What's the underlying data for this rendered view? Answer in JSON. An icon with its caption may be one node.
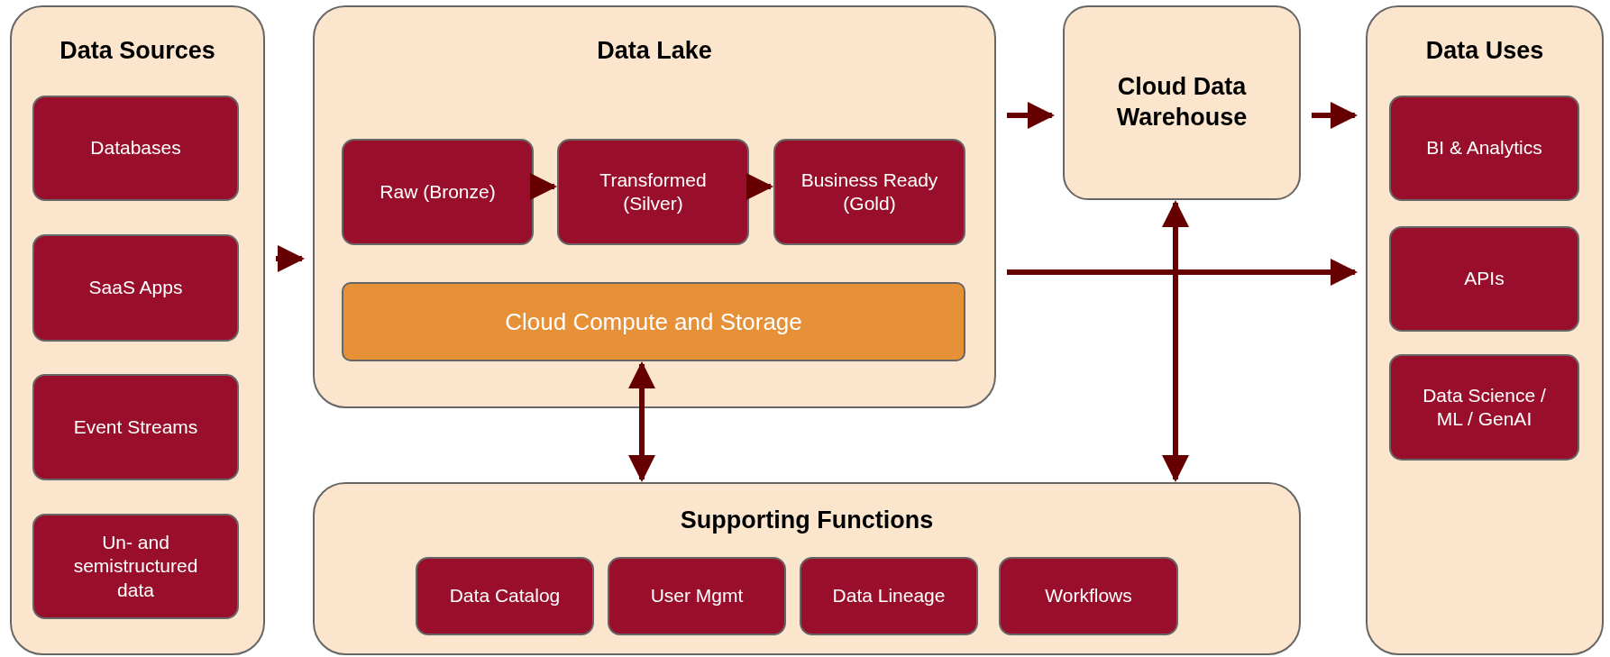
{
  "diagram": {
    "nodes": [
      {
        "text": [
          "Data Sources"
        ]
      },
      {
        "text": [
          "Databases"
        ],
        "in": 0
      },
      {
        "text": [
          "SaaS Apps"
        ],
        "in": 0
      },
      {
        "text": [
          "Event Streams"
        ],
        "in": 0
      },
      {
        "text": [
          "Un- and semistructured data"
        ],
        "in": 0
      },
      {
        "text": [
          "Data Lake"
        ]
      },
      {
        "text": [
          "Raw (Bronze)"
        ],
        "in": 5
      },
      {
        "text": [
          "Transformed (Silver)"
        ],
        "in": 5
      },
      {
        "text": [
          "Business Ready (Gold)"
        ],
        "in": 5
      },
      {
        "text": [
          "Cloud Compute and Storage"
        ],
        "in": 5
      },
      {
        "text": [
          "Cloud Data Warehouse"
        ]
      },
      {
        "text": [
          "Data Uses"
        ]
      },
      {
        "text": [
          "BI & Analytics"
        ],
        "in": 11
      },
      {
        "text": [
          "APIs"
        ],
        "in": 11
      },
      {
        "text": [
          "Data Science / ML / GenAI"
        ],
        "in": 11
      },
      {
        "text": [
          "Supporting Functions"
        ]
      },
      {
        "text": [
          "Data Catalog"
        ],
        "in": 15
      },
      {
        "text": [
          "User Mgmt"
        ],
        "in": 15
      },
      {
        "text": [
          "Data Lineage"
        ],
        "in": 15
      },
      {
        "text": [
          "Workflows"
        ],
        "in": 15
      }
    ],
    "edges": [
      {
        "from": 0,
        "to": 5,
        "arrow": "to"
      },
      {
        "from": 6,
        "to": 7,
        "arrow": "to"
      },
      {
        "from": 7,
        "to": 8,
        "arrow": "to"
      },
      {
        "from": 5,
        "to": 10,
        "arrow": "to"
      },
      {
        "from": 10,
        "to": 11,
        "arrow": "to"
      },
      {
        "from": 5,
        "to": 11,
        "arrow": "to"
      },
      {
        "from": 9,
        "to": 15,
        "arrow": "both"
      },
      {
        "from": 10,
        "to": 15,
        "arrow": "both"
      }
    ]
  }
}
